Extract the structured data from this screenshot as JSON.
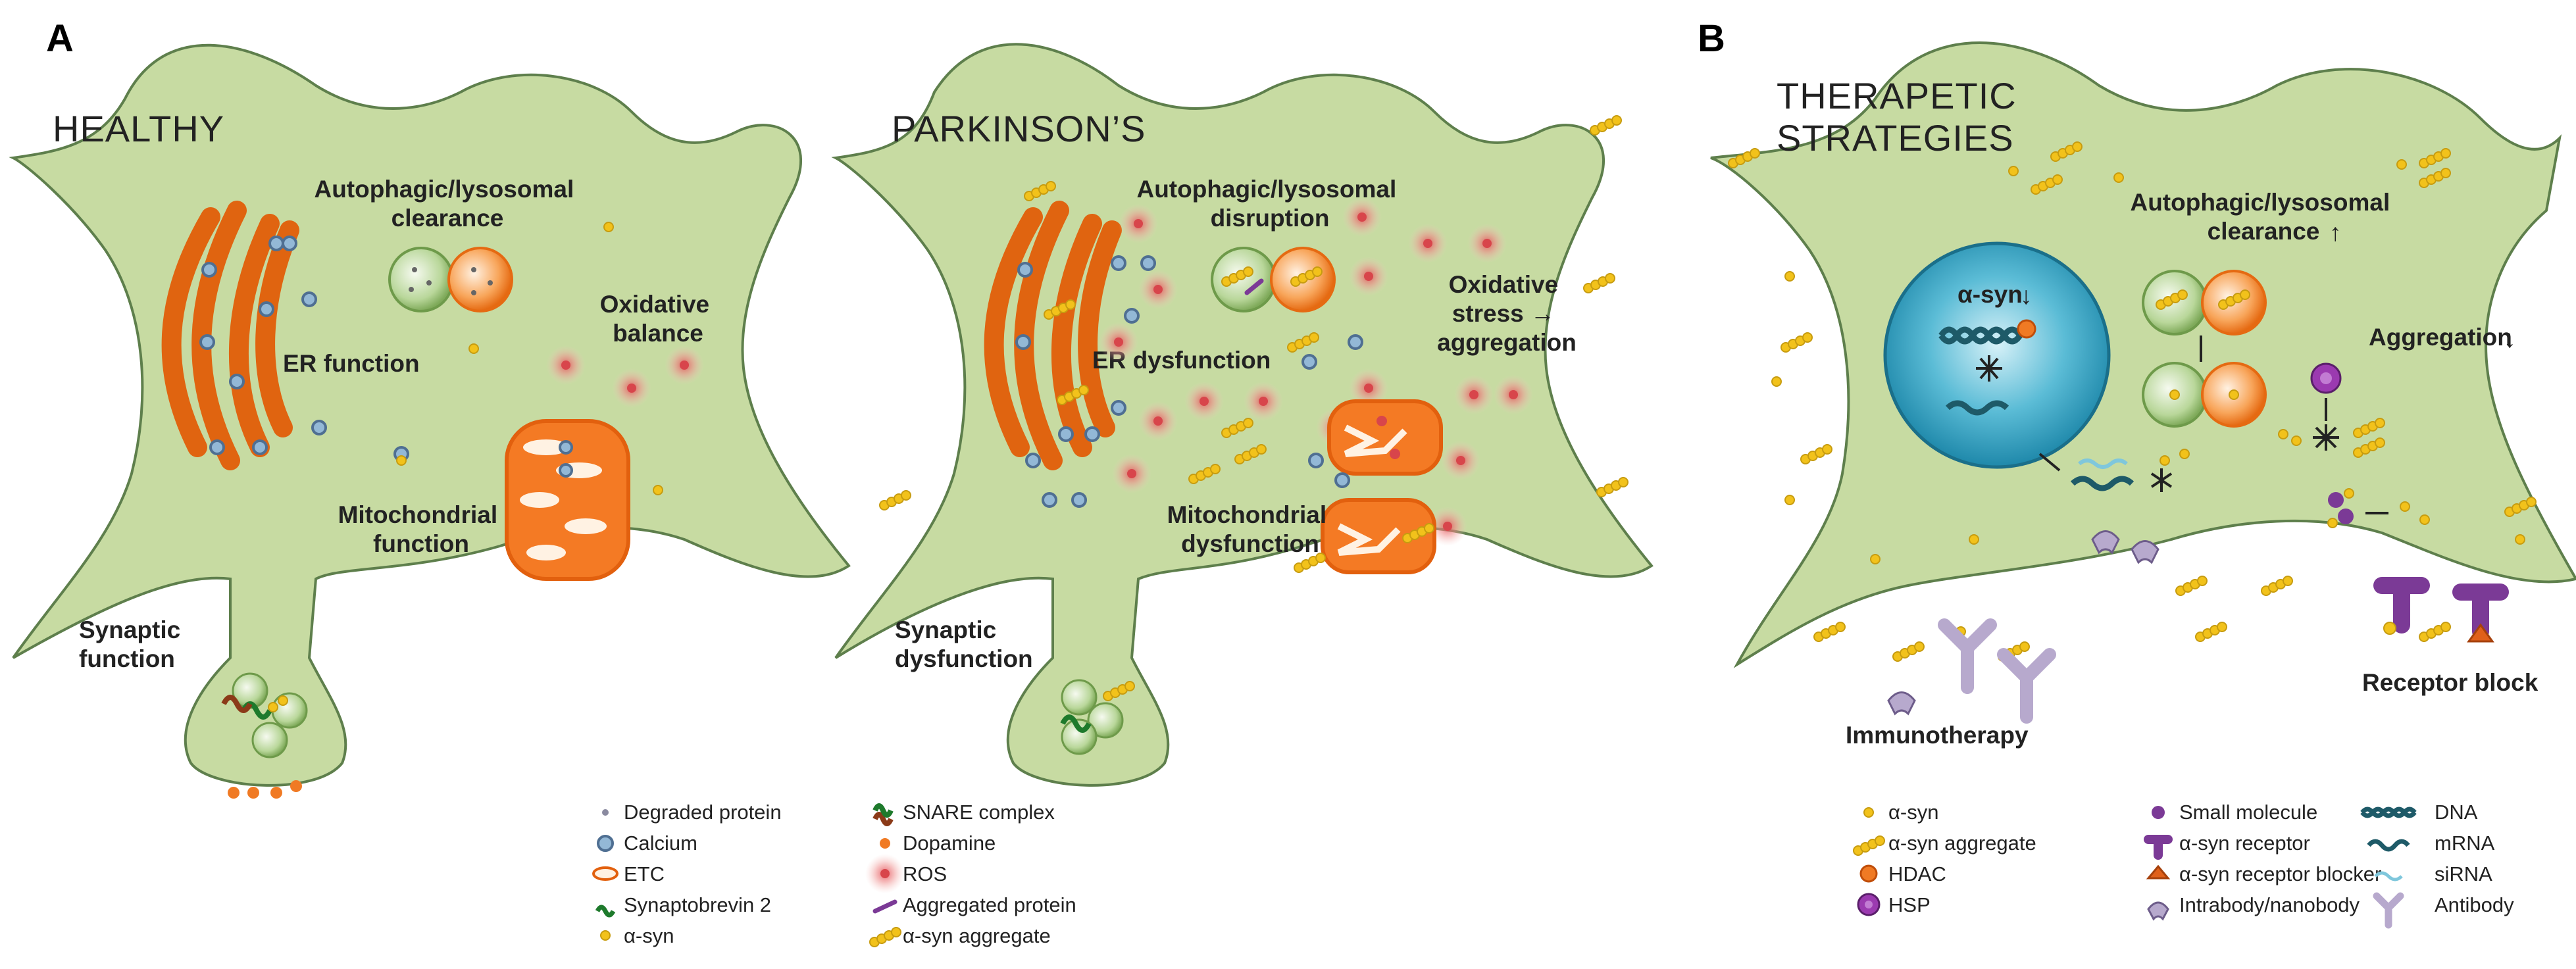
{
  "panels": {
    "a": {
      "letter": "A"
    },
    "b": {
      "letter": "B"
    }
  },
  "healthy": {
    "title": "HEALTHY",
    "autophagy": [
      "Autophagic/lysosomal",
      "clearance"
    ],
    "oxidative": [
      "Oxidative",
      "balance"
    ],
    "er": "ER function",
    "mito": [
      "Mitochondrial",
      "function"
    ],
    "synaptic": [
      "Synaptic",
      "function"
    ]
  },
  "parkinsons": {
    "title": "PARKINSON’S",
    "autophagy": [
      "Autophagic/lysosomal",
      "disruption"
    ],
    "oxidative": [
      "Oxidative",
      "stress →",
      "aggregation"
    ],
    "er": "ER dysfunction",
    "mito": [
      "Mitochondrial",
      "dysfunction"
    ],
    "synaptic": [
      "Synaptic",
      "dysfunction"
    ]
  },
  "therapeutic": {
    "title": [
      "THERAPETIC",
      "STRATEGIES"
    ],
    "autophagy": [
      "Autophagic/lysosomal",
      "clearance"
    ],
    "autophagy_arrow": "↑",
    "asyn": "α-syn",
    "asyn_arrow": "↓",
    "aggregation": "Aggregation",
    "aggregation_arrow": "↓",
    "immunotherapy": "Immunotherapy",
    "receptor_block": "Receptor block"
  },
  "legend_a": {
    "col1": [
      "Degraded protein",
      "Calcium",
      "ETC",
      "Synaptobrevin 2",
      "α-syn"
    ],
    "col2": [
      "SNARE complex",
      "Dopamine",
      "ROS",
      "Aggregated protein",
      "α-syn aggregate"
    ]
  },
  "legend_b": {
    "col1": [
      "α-syn",
      "α-syn aggregate",
      "HDAC",
      "HSP"
    ],
    "col2": [
      "Small molecule",
      "α-syn receptor",
      "α-syn receptor blocker",
      "Intrabody/nanobody"
    ],
    "col3": [
      "DNA",
      "mRNA",
      "siRNA",
      "Antibody"
    ]
  },
  "colors": {
    "cell_fill": "#c7dba2",
    "cell_stroke": "#5e7f4c",
    "er": "#e06410",
    "mitochondria": "#f47a24",
    "calcium": "#93b8d6",
    "asyn": "#f2c21b",
    "ros": "#d8454b",
    "nucleus": "#38a7c4",
    "dna": "#1e5a68",
    "small_molecule": "#7b3a96",
    "antibody": "#b7a9cd"
  },
  "icons": {
    "degraded_protein": "small-dot-icon",
    "calcium": "blue-circle-icon",
    "etc": "oval-ring-icon",
    "synaptobrevin": "green-helix-icon",
    "asyn": "yellow-dot-icon",
    "snare": "helix-bundle-icon",
    "dopamine": "orange-dot-icon",
    "ros": "red-glow-icon",
    "aggregated_protein": "purple-bar-icon",
    "asyn_aggregate": "yellow-chain-icon"
  }
}
